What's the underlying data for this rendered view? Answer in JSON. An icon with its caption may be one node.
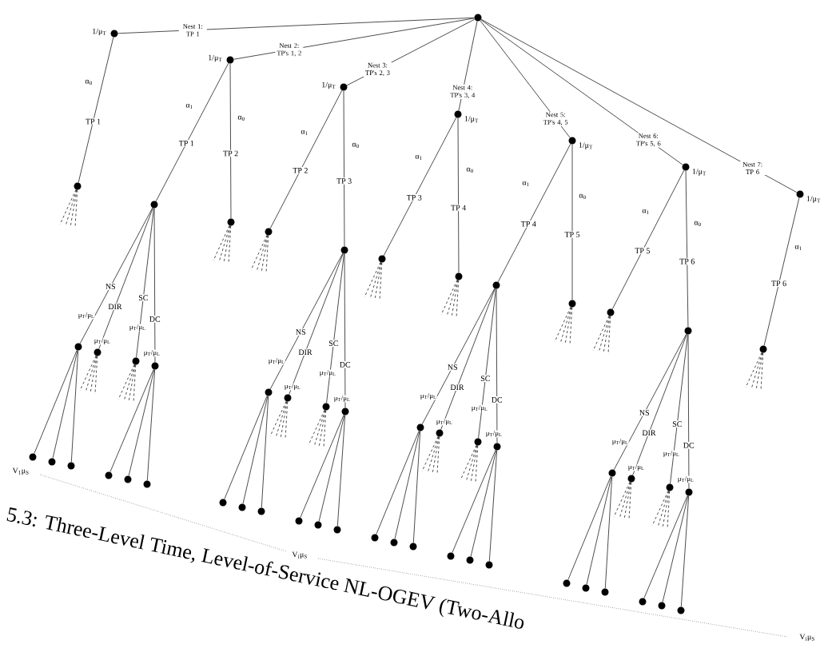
{
  "diagram": {
    "caption": "5.3: Three-Level Time, Level-of-Service NL-OGEV (Two-Allo",
    "nodes": [
      {
        "text": [],
        "shape": "circle"
      },
      {
        "text": [],
        "shape": "circle",
        "beside": [
          "1/μ$_{T}$"
        ]
      },
      {
        "text": [],
        "shape": "circle",
        "beside": [
          "1/μ$_{T}$"
        ]
      },
      {
        "text": [],
        "shape": "circle",
        "beside": [
          "1/μ$_{T}$"
        ]
      },
      {
        "text": [],
        "shape": "circle",
        "beside": [
          "1/μ$_{T}$"
        ]
      },
      {
        "text": [],
        "shape": "circle",
        "beside": [
          "1/μ$_{T}$"
        ]
      },
      {
        "text": [],
        "shape": "circle",
        "beside": [
          "1/μ$_{T}$"
        ]
      },
      {
        "text": [],
        "shape": "circle",
        "beside": [
          "1/μ$_{T}$"
        ]
      },
      {
        "text": [],
        "shape": "circle"
      },
      {
        "text": [],
        "shape": "circle"
      },
      {
        "text": [],
        "shape": "circle"
      },
      {
        "text": [],
        "shape": "circle"
      },
      {
        "text": [],
        "shape": "circle"
      },
      {
        "text": [],
        "shape": "circle"
      },
      {
        "text": [],
        "shape": "circle"
      },
      {
        "text": [],
        "shape": "circle"
      },
      {
        "text": [],
        "shape": "circle"
      },
      {
        "text": [],
        "shape": "circle"
      },
      {
        "text": [],
        "shape": "circle"
      },
      {
        "text": [],
        "shape": "circle"
      },
      {
        "text": [],
        "shape": "circle"
      },
      {
        "text": [],
        "shape": "circle"
      },
      {
        "text": [],
        "shape": "circle"
      },
      {
        "text": [],
        "shape": "circle"
      },
      {
        "text": [],
        "shape": "circle"
      },
      {
        "text": [],
        "shape": "circle"
      },
      {
        "text": [],
        "shape": "circle"
      },
      {
        "text": [],
        "shape": "circle"
      },
      {
        "text": [],
        "shape": "circle"
      },
      {
        "text": [],
        "shape": "circle"
      },
      {
        "text": [],
        "shape": "circle"
      },
      {
        "text": [],
        "shape": "circle"
      },
      {
        "text": [],
        "shape": "circle"
      },
      {
        "text": [],
        "shape": "circle"
      },
      {
        "text": [],
        "shape": "circle"
      },
      {
        "text": [],
        "shape": "circle"
      },
      {
        "text": [],
        "shape": "circle"
      },
      {
        "text": [],
        "shape": "circle"
      },
      {
        "text": [],
        "shape": "circle"
      },
      {
        "text": [],
        "shape": "circle"
      },
      {
        "text": [],
        "shape": "circle"
      },
      {
        "text": [],
        "shape": "circle"
      },
      {
        "text": [],
        "shape": "circle"
      },
      {
        "text": [],
        "shape": "circle"
      },
      {
        "text": [],
        "shape": "circle"
      },
      {
        "text": [],
        "shape": "circle"
      },
      {
        "text": [],
        "shape": "circle"
      },
      {
        "text": [],
        "shape": "circle"
      },
      {
        "text": [],
        "shape": "circle"
      },
      {
        "text": [],
        "shape": "circle"
      },
      {
        "text": [],
        "shape": "circle"
      },
      {
        "text": [],
        "shape": "circle"
      },
      {
        "text": [],
        "shape": "circle"
      },
      {
        "text": [],
        "shape": "circle"
      },
      {
        "text": [],
        "shape": "circle"
      },
      {
        "text": [],
        "shape": "circle"
      },
      {
        "text": [],
        "shape": "circle"
      },
      {
        "text": [],
        "shape": "circle"
      },
      {
        "text": [],
        "shape": "circle"
      },
      {
        "text": [],
        "shape": "circle"
      }
    ],
    "edges": [
      {
        "from": 0,
        "to": 1,
        "arrow": "none",
        "label": "Nest 1: TP 1"
      },
      {
        "from": 0,
        "to": 2,
        "arrow": "none",
        "label": "Nest 2: TP's 1, 2"
      },
      {
        "from": 0,
        "to": 3,
        "arrow": "none",
        "label": "Nest 3: TP's 2, 3"
      },
      {
        "from": 0,
        "to": 4,
        "arrow": "none",
        "label": "Nest 4: TP's 3, 4"
      },
      {
        "from": 0,
        "to": 5,
        "arrow": "none",
        "label": "Nest 5: TP's 4, 5"
      },
      {
        "from": 0,
        "to": 6,
        "arrow": "none",
        "label": "Nest 6: TP's 5, 6"
      },
      {
        "from": 0,
        "to": 7,
        "arrow": "none",
        "label": "Nest 7: TP 6"
      },
      {
        "from": 1,
        "to": 8,
        "arrow": "none",
        "label": "TP 1"
      },
      {
        "from": 2,
        "to": 9,
        "arrow": "none",
        "label": "TP 1"
      },
      {
        "from": 2,
        "to": 10,
        "arrow": "none",
        "label": "TP 2"
      },
      {
        "from": 3,
        "to": 11,
        "arrow": "none",
        "label": "TP 2"
      },
      {
        "from": 3,
        "to": 12,
        "arrow": "none",
        "label": "TP 3"
      },
      {
        "from": 4,
        "to": 13,
        "arrow": "none",
        "label": "TP 3"
      },
      {
        "from": 4,
        "to": 14,
        "arrow": "none",
        "label": "TP 4"
      },
      {
        "from": 5,
        "to": 15,
        "arrow": "none",
        "label": "TP 4"
      },
      {
        "from": 5,
        "to": 16,
        "arrow": "none",
        "label": "TP 5"
      },
      {
        "from": 6,
        "to": 17,
        "arrow": "none",
        "label": "TP 5"
      },
      {
        "from": 6,
        "to": 18,
        "arrow": "none",
        "label": "TP 6"
      },
      {
        "from": 7,
        "to": 19,
        "arrow": "none",
        "label": "TP 6"
      },
      {
        "from": 9,
        "to": 20,
        "arrow": "none",
        "label": "NS"
      },
      {
        "from": 9,
        "to": 21,
        "arrow": "none",
        "label": "DIR"
      },
      {
        "from": 9,
        "to": 22,
        "arrow": "none",
        "label": "SC"
      },
      {
        "from": 9,
        "to": 23,
        "arrow": "none",
        "label": "DC"
      },
      {
        "from": 20,
        "to": 24,
        "arrow": "none"
      },
      {
        "from": 20,
        "to": 25,
        "arrow": "none"
      },
      {
        "from": 20,
        "to": 26,
        "arrow": "none"
      },
      {
        "from": 23,
        "to": 27,
        "arrow": "none"
      },
      {
        "from": 23,
        "to": 28,
        "arrow": "none"
      },
      {
        "from": 23,
        "to": 29,
        "arrow": "none"
      },
      {
        "from": 12,
        "to": 30,
        "arrow": "none",
        "label": "NS"
      },
      {
        "from": 12,
        "to": 31,
        "arrow": "none",
        "label": "DIR"
      },
      {
        "from": 12,
        "to": 32,
        "arrow": "none",
        "label": "SC"
      },
      {
        "from": 12,
        "to": 33,
        "arrow": "none",
        "label": "DC"
      },
      {
        "from": 30,
        "to": 34,
        "arrow": "none"
      },
      {
        "from": 30,
        "to": 35,
        "arrow": "none"
      },
      {
        "from": 30,
        "to": 36,
        "arrow": "none"
      },
      {
        "from": 33,
        "to": 37,
        "arrow": "none"
      },
      {
        "from": 33,
        "to": 38,
        "arrow": "none"
      },
      {
        "from": 33,
        "to": 39,
        "arrow": "none"
      },
      {
        "from": 15,
        "to": 40,
        "arrow": "none",
        "label": "NS"
      },
      {
        "from": 15,
        "to": 41,
        "arrow": "none",
        "label": "DIR"
      },
      {
        "from": 15,
        "to": 42,
        "arrow": "none",
        "label": "SC"
      },
      {
        "from": 15,
        "to": 43,
        "arrow": "none",
        "label": "DC"
      },
      {
        "from": 40,
        "to": 44,
        "arrow": "none"
      },
      {
        "from": 40,
        "to": 45,
        "arrow": "none"
      },
      {
        "from": 40,
        "to": 46,
        "arrow": "none"
      },
      {
        "from": 43,
        "to": 47,
        "arrow": "none"
      },
      {
        "from": 43,
        "to": 48,
        "arrow": "none"
      },
      {
        "from": 43,
        "to": 49,
        "arrow": "none"
      },
      {
        "from": 18,
        "to": 50,
        "arrow": "none",
        "label": "NS"
      },
      {
        "from": 18,
        "to": 51,
        "arrow": "none",
        "label": "DIR"
      },
      {
        "from": 18,
        "to": 52,
        "arrow": "none",
        "label": "SC"
      },
      {
        "from": 18,
        "to": 53,
        "arrow": "none",
        "label": "DC"
      },
      {
        "from": 50,
        "to": 54,
        "arrow": "none"
      },
      {
        "from": 50,
        "to": 55,
        "arrow": "none"
      },
      {
        "from": 50,
        "to": 56,
        "arrow": "none"
      },
      {
        "from": 53,
        "to": 57,
        "arrow": "none"
      },
      {
        "from": 53,
        "to": 58,
        "arrow": "none"
      },
      {
        "from": 53,
        "to": 59,
        "arrow": "none"
      },
      {
        "from": 8,
        "to": null,
        "arrow": "none",
        "style": "dashed"
      },
      {
        "from": 8,
        "to": null,
        "arrow": "none",
        "style": "dashed"
      },
      {
        "from": 8,
        "to": null,
        "arrow": "none",
        "style": "dashed"
      },
      {
        "from": 8,
        "to": null,
        "arrow": "none",
        "style": "dashed"
      },
      {
        "from": 10,
        "to": null,
        "arrow": "none",
        "style": "dashed"
      },
      {
        "from": 10,
        "to": null,
        "arrow": "none",
        "style": "dashed"
      },
      {
        "from": 10,
        "to": null,
        "arrow": "none",
        "style": "dashed"
      },
      {
        "from": 10,
        "to": null,
        "arrow": "none",
        "style": "dashed"
      },
      {
        "from": 11,
        "to": null,
        "arrow": "none",
        "style": "dashed"
      },
      {
        "from": 11,
        "to": null,
        "arrow": "none",
        "style": "dashed"
      },
      {
        "from": 11,
        "to": null,
        "arrow": "none",
        "style": "dashed"
      },
      {
        "from": 11,
        "to": null,
        "arrow": "none",
        "style": "dashed"
      },
      {
        "from": 13,
        "to": null,
        "arrow": "none",
        "style": "dashed"
      },
      {
        "from": 13,
        "to": null,
        "arrow": "none",
        "style": "dashed"
      },
      {
        "from": 13,
        "to": null,
        "arrow": "none",
        "style": "dashed"
      },
      {
        "from": 13,
        "to": null,
        "arrow": "none",
        "style": "dashed"
      },
      {
        "from": 14,
        "to": null,
        "arrow": "none",
        "style": "dashed"
      },
      {
        "from": 14,
        "to": null,
        "arrow": "none",
        "style": "dashed"
      },
      {
        "from": 14,
        "to": null,
        "arrow": "none",
        "style": "dashed"
      },
      {
        "from": 14,
        "to": null,
        "arrow": "none",
        "style": "dashed"
      },
      {
        "from": 16,
        "to": null,
        "arrow": "none",
        "style": "dashed"
      },
      {
        "from": 16,
        "to": null,
        "arrow": "none",
        "style": "dashed"
      },
      {
        "from": 16,
        "to": null,
        "arrow": "none",
        "style": "dashed"
      },
      {
        "from": 16,
        "to": null,
        "arrow": "none",
        "style": "dashed"
      },
      {
        "from": 17,
        "to": null,
        "arrow": "none",
        "style": "dashed"
      },
      {
        "from": 17,
        "to": null,
        "arrow": "none",
        "style": "dashed"
      },
      {
        "from": 17,
        "to": null,
        "arrow": "none",
        "style": "dashed"
      },
      {
        "from": 17,
        "to": null,
        "arrow": "none",
        "style": "dashed"
      },
      {
        "from": 19,
        "to": null,
        "arrow": "none",
        "style": "dashed"
      },
      {
        "from": 19,
        "to": null,
        "arrow": "none",
        "style": "dashed"
      },
      {
        "from": 19,
        "to": null,
        "arrow": "none",
        "style": "dashed"
      },
      {
        "from": 19,
        "to": null,
        "arrow": "none",
        "style": "dashed"
      },
      {
        "from": 21,
        "to": null,
        "arrow": "none",
        "style": "dashed"
      },
      {
        "from": 21,
        "to": null,
        "arrow": "none",
        "style": "dashed"
      },
      {
        "from": 21,
        "to": null,
        "arrow": "none",
        "style": "dashed"
      },
      {
        "from": 21,
        "to": null,
        "arrow": "none",
        "style": "dashed"
      },
      {
        "from": 22,
        "to": null,
        "arrow": "none",
        "style": "dashed"
      },
      {
        "from": 22,
        "to": null,
        "arrow": "none",
        "style": "dashed"
      },
      {
        "from": 22,
        "to": null,
        "arrow": "none",
        "style": "dashed"
      },
      {
        "from": 22,
        "to": null,
        "arrow": "none",
        "style": "dashed"
      },
      {
        "from": 31,
        "to": null,
        "arrow": "none",
        "style": "dashed"
      },
      {
        "from": 31,
        "to": null,
        "arrow": "none",
        "style": "dashed"
      },
      {
        "from": 31,
        "to": null,
        "arrow": "none",
        "style": "dashed"
      },
      {
        "from": 31,
        "to": null,
        "arrow": "none",
        "style": "dashed"
      },
      {
        "from": 32,
        "to": null,
        "arrow": "none",
        "style": "dashed"
      },
      {
        "from": 32,
        "to": null,
        "arrow": "none",
        "style": "dashed"
      },
      {
        "from": 32,
        "to": null,
        "arrow": "none",
        "style": "dashed"
      },
      {
        "from": 32,
        "to": null,
        "arrow": "none",
        "style": "dashed"
      },
      {
        "from": 41,
        "to": null,
        "arrow": "none",
        "style": "dashed"
      },
      {
        "from": 41,
        "to": null,
        "arrow": "none",
        "style": "dashed"
      },
      {
        "from": 41,
        "to": null,
        "arrow": "none",
        "style": "dashed"
      },
      {
        "from": 41,
        "to": null,
        "arrow": "none",
        "style": "dashed"
      },
      {
        "from": 42,
        "to": null,
        "arrow": "none",
        "style": "dashed"
      },
      {
        "from": 42,
        "to": null,
        "arrow": "none",
        "style": "dashed"
      },
      {
        "from": 42,
        "to": null,
        "arrow": "none",
        "style": "dashed"
      },
      {
        "from": 42,
        "to": null,
        "arrow": "none",
        "style": "dashed"
      },
      {
        "from": 51,
        "to": null,
        "arrow": "none",
        "style": "dashed"
      },
      {
        "from": 51,
        "to": null,
        "arrow": "none",
        "style": "dashed"
      },
      {
        "from": 51,
        "to": null,
        "arrow": "none",
        "style": "dashed"
      },
      {
        "from": 51,
        "to": null,
        "arrow": "none",
        "style": "dashed"
      },
      {
        "from": 52,
        "to": null,
        "arrow": "none",
        "style": "dashed"
      },
      {
        "from": 52,
        "to": null,
        "arrow": "none",
        "style": "dashed"
      },
      {
        "from": 52,
        "to": null,
        "arrow": "none",
        "style": "dashed"
      },
      {
        "from": 52,
        "to": null,
        "arrow": "none",
        "style": "dashed"
      }
    ],
    "labels": [
      "α$_{0}$",
      "α$_{1}$",
      "α$_{0}$",
      "α$_{1}$",
      "α$_{0}$",
      "α$_{1}$",
      "α$_{0}$",
      "α$_{1}$",
      "α$_{0}$",
      "α$_{1}$",
      "α$_{0}$",
      "α$_{1}$",
      "μ$_{T}$/μ$_{L}$",
      "μ$_{T}$/μ$_{L}$",
      "μ$_{T}$/μ$_{L}$",
      "μ$_{T}$/μ$_{L}$",
      "μ$_{T}$/μ$_{L}$",
      "μ$_{T}$/μ$_{L}$",
      "μ$_{T}$/μ$_{L}$",
      "μ$_{T}$/μ$_{L}$",
      "μ$_{T}$/μ$_{L}$",
      "μ$_{T}$/μ$_{L}$",
      "μ$_{T}$/μ$_{L}$",
      "μ$_{T}$/μ$_{L}$",
      "μ$_{T}$/μ$_{L}$",
      "μ$_{T}$/μ$_{L}$",
      "μ$_{T}$/μ$_{L}$",
      "μ$_{T}$/μ$_{L}$",
      "V$_{1}$μ$_{S}$",
      "V$_{i}$μ$_{S}$",
      "V$_{i}$μ$_{S}$"
    ]
  }
}
